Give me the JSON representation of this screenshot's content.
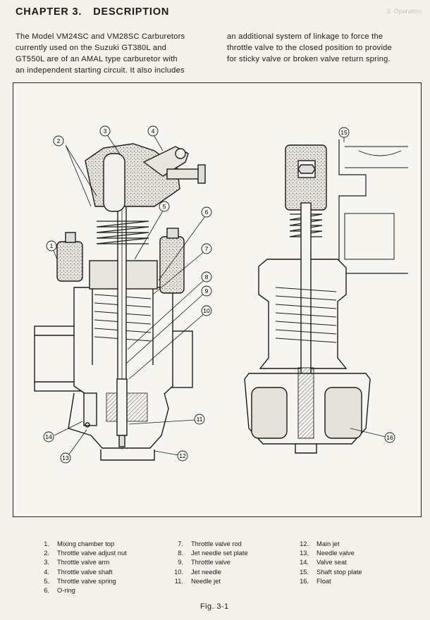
{
  "header": {
    "chapter_number": "CHAPTER 3.",
    "chapter_title": "DESCRIPTION"
  },
  "intro": {
    "left_lines": [
      "The Model VM24SC and VM28SC Carburetors",
      "currently used on the Suzuki GT380L and",
      "GT550L are of an AMAL type carburetor with",
      "an independent starting circuit.  It also includes"
    ],
    "right_lines": [
      "an additional system of linkage to force the",
      "throttle valve to the closed position to provide",
      "for sticky valve or broken valve return spring."
    ]
  },
  "figure": {
    "callouts_left": [
      "2",
      "3",
      "4",
      "5",
      "6",
      "7",
      "8",
      "9",
      "10",
      "1",
      "11",
      "12",
      "13",
      "14"
    ],
    "callouts_right": [
      "15",
      "16"
    ]
  },
  "legend": {
    "col1": [
      {
        "n": "1.",
        "label": "Mixing chamber top"
      },
      {
        "n": "2.",
        "label": "Throttle valve adjust nut"
      },
      {
        "n": "3.",
        "label": "Throttle valve arm"
      },
      {
        "n": "4.",
        "label": "Throttle valve shaft"
      },
      {
        "n": "5.",
        "label": "Throttle valve spring"
      },
      {
        "n": "6.",
        "label": "O-ring"
      }
    ],
    "col2": [
      {
        "n": "7.",
        "label": "Throttle valve rod"
      },
      {
        "n": "8.",
        "label": "Jet needle set plate"
      },
      {
        "n": "9.",
        "label": "Throttle valve"
      },
      {
        "n": "10.",
        "label": "Jet needle"
      },
      {
        "n": "11.",
        "label": "Needle jet"
      }
    ],
    "col3": [
      {
        "n": "12.",
        "label": "Main jet"
      },
      {
        "n": "13.",
        "label": "Needle valve"
      },
      {
        "n": "14.",
        "label": "Valve seat"
      },
      {
        "n": "15.",
        "label": "Shaft stop plate"
      },
      {
        "n": "16.",
        "label": "Float"
      }
    ]
  },
  "caption": "Fig. 3-1",
  "ghost_header": "3. Operation"
}
